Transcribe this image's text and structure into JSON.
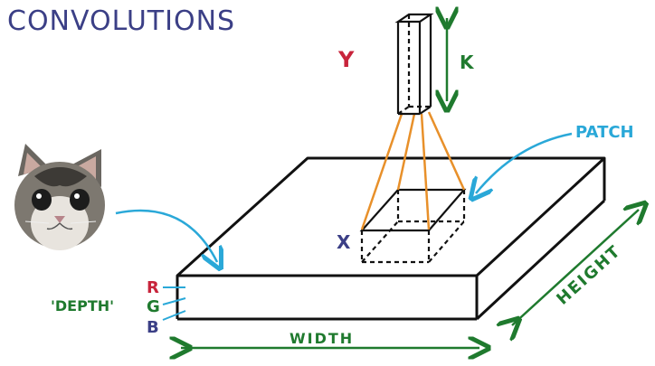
{
  "title": "CONVOLUTIONS",
  "labels": {
    "y": "Y",
    "k": "K",
    "x": "X",
    "patch": "PATCH",
    "width": "WIDTH",
    "height": "HEIGHT",
    "depth": "'DEPTH'",
    "r": "R",
    "g": "G",
    "b": "B"
  },
  "colors": {
    "title": "#3b3f86",
    "y": "#c8243b",
    "x": "#3b3f86",
    "k": "#1f7a2e",
    "patch": "#2aa8d8",
    "width": "#1f7a2e",
    "height": "#1f7a2e",
    "depth": "#1f7a2e",
    "r": "#c8243b",
    "g": "#1f7a2e",
    "b": "#3b3f86",
    "projection": "#e8902a",
    "arrow_cyan": "#2aa8d8",
    "outline": "#111111"
  },
  "icons": {
    "kitten": "kitten-photo"
  }
}
